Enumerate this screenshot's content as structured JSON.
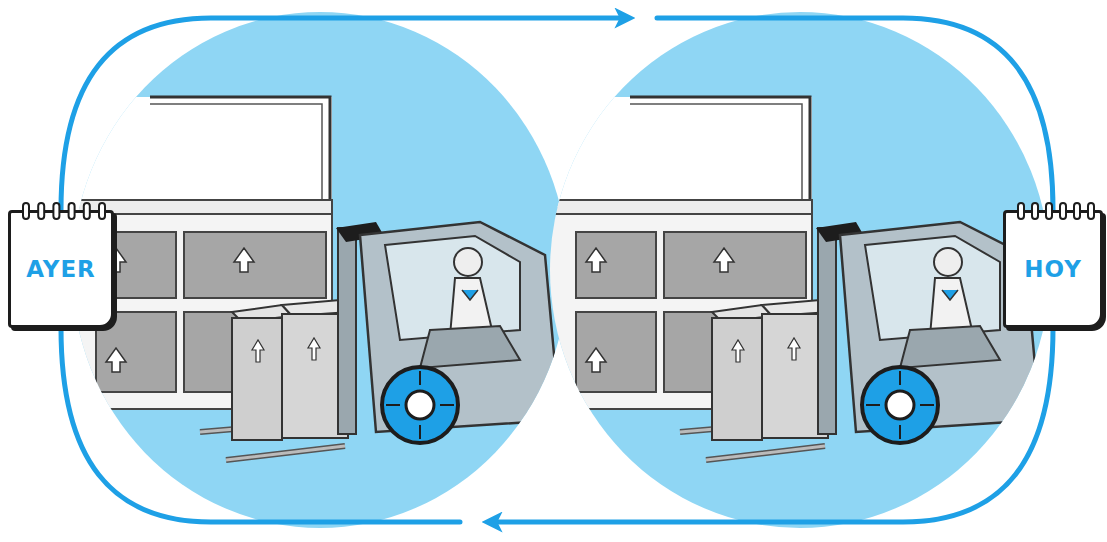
{
  "diagram": {
    "nodes": [
      {
        "text": [
          "AYER"
        ]
      },
      {
        "text": [
          "HOY"
        ]
      }
    ],
    "edges": [
      {
        "from": 0,
        "to": 1,
        "arrow": "to"
      },
      {
        "from": 1,
        "to": 0,
        "arrow": "to"
      }
    ]
  }
}
